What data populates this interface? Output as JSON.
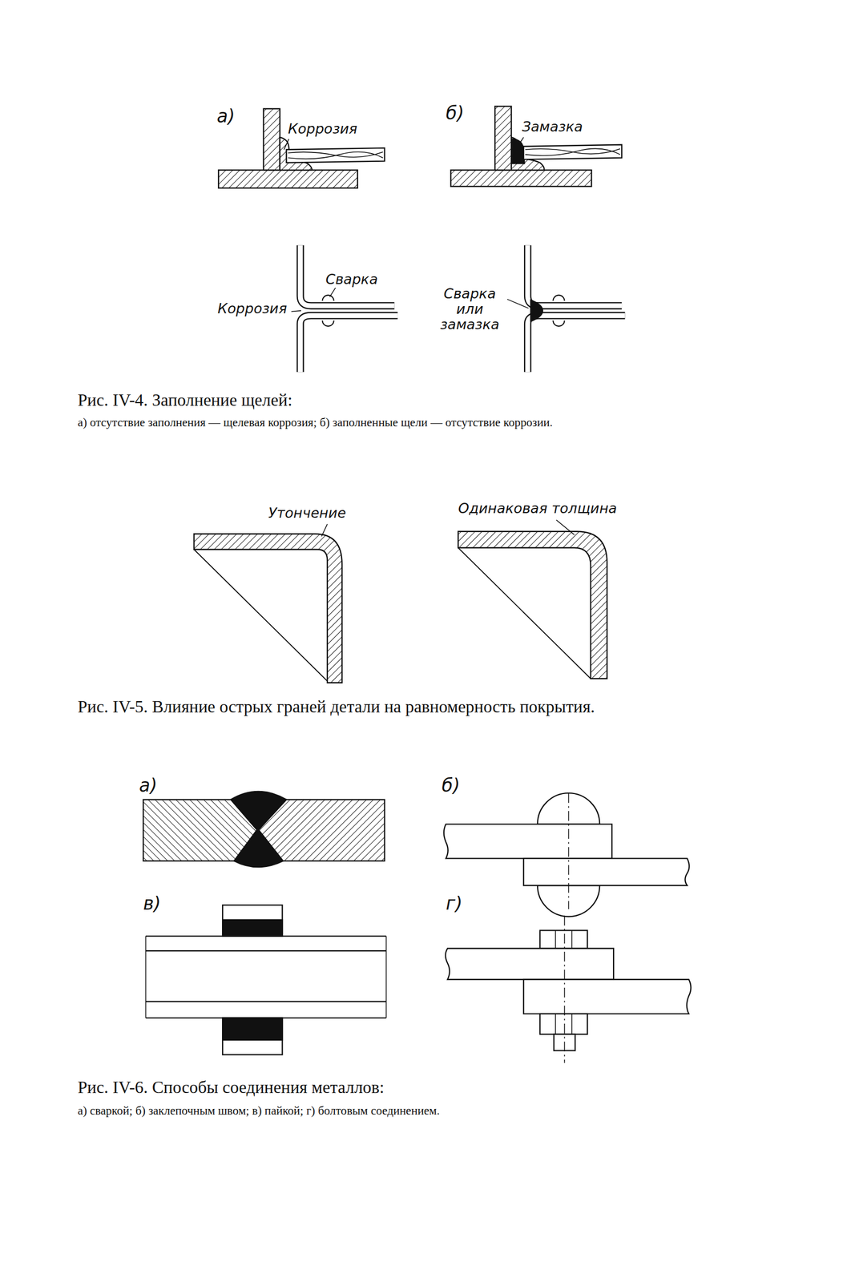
{
  "diagram": {
    "labels": [
      "а)",
      "Коррозия",
      "б)",
      "Замазка",
      "Сварка",
      "Коррозия",
      "Сварка или замазка",
      "Рис. IV-4. Заполнение щелей:",
      "а) отсутствие заполнения — щелевая коррозия; б) заполненные щели — отсутствие коррозии.",
      "Утончение",
      "Одинаковая толщина",
      "Рис. IV-5. Влияние острых граней детали на равномерность покрытия.",
      "а)",
      "б)",
      "в)",
      "г)",
      "Рис. IV-6. Способы соединения металлов:",
      "а) сваркой; б) заклепочным швом; в) пайкой; г) болтовым соединением."
    ]
  }
}
